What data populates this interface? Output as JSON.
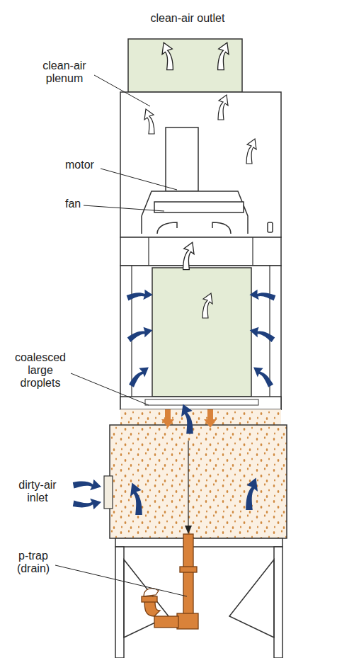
{
  "diagram": {
    "labels": [
      "clean-air outlet",
      "clean-air plenum",
      "motor",
      "fan",
      "coalesced large droplets",
      "dirty-air inlet",
      "p-trap (drain)"
    ]
  }
}
